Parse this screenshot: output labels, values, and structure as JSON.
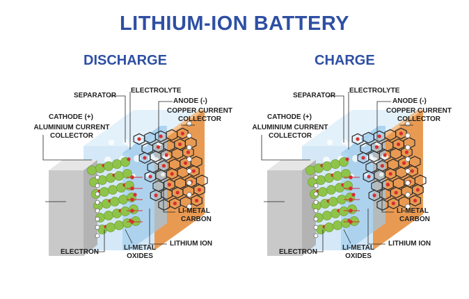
{
  "title": "LITHIUM-ION BATTERY",
  "panels": [
    {
      "heading": "DISCHARGE",
      "labels": {
        "separator": "SEPARATOR",
        "electrolyte": "ELECTROLYTE",
        "anode": "ANODE (-)",
        "copper": "COPPER CURRENT",
        "copper2": "COLLECTOR",
        "cathode": "CATHODE (+)",
        "alu": "ALUMINIUM CURRENT",
        "alu2": "COLLECTOR",
        "li_metal": "LI-METAL",
        "carbon": "CARBON",
        "lithium_ion": "LITHIUM ION",
        "electron": "ELECTRON",
        "li_metal2": "LI-METAL",
        "oxides": "OXIDES"
      }
    },
    {
      "heading": "CHARGE",
      "labels": {
        "separator": "SEPARATOR",
        "electrolyte": "ELECTROLYTE",
        "anode": "ANODE (-)",
        "copper": "COPPER CURRENT",
        "copper2": "COLLECTOR",
        "cathode": "CATHODE (+)",
        "alu": "ALUMINIUM CURRENT",
        "alu2": "COLLECTOR",
        "li_metal": "LI-METAL",
        "carbon": "CARBON",
        "lithium_ion": "LITHIUM ION",
        "electron": "ELECTRON",
        "li_metal2": "LI-METAL",
        "oxides": "OXIDES"
      }
    }
  ],
  "colors": {
    "title": "#2e4fa3",
    "copper_front": "#e99a52",
    "copper_top": "#f4c28f",
    "aluminium_front": "#c9c9c9",
    "aluminium_top": "#e6e6e6",
    "electrolyte": "#cfe6f6",
    "separator": "#a9d3ef",
    "cathode_particles": "#8fc44a",
    "lithium_ion": "#d62f2f",
    "graphite": "#2a2a2a",
    "leader_line": "#222222"
  }
}
